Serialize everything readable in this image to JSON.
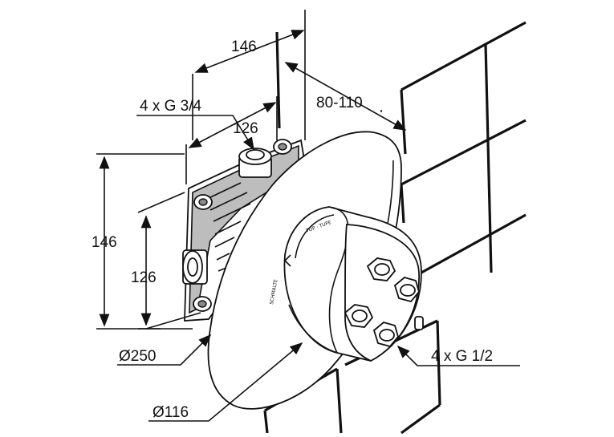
{
  "dimensions": {
    "top_width": "146",
    "threads_top": "4 x G 3/4",
    "inner_width": "126",
    "wall_depth": "80-110",
    "left_height": "146",
    "inner_height": "126",
    "plate_diameter": "Ø250",
    "body_diameter": "Ø116",
    "threads_bottom": "4 x G 1/2"
  }
}
